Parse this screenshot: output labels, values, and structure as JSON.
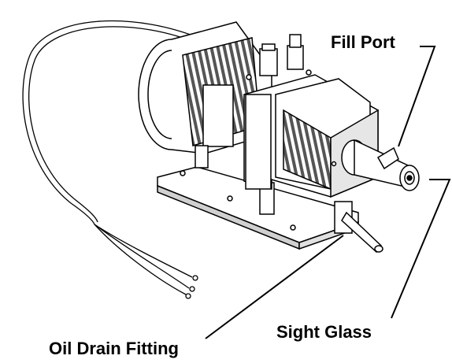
{
  "callouts": {
    "fill_port": "Fill Port",
    "sight_glass": "Sight Glass",
    "oil_drain_fitting": "Oil Drain Fitting"
  },
  "colors": {
    "line": "#000000",
    "body": "#ffffff",
    "shade": "#bdbdbd",
    "dark": "#555555"
  }
}
